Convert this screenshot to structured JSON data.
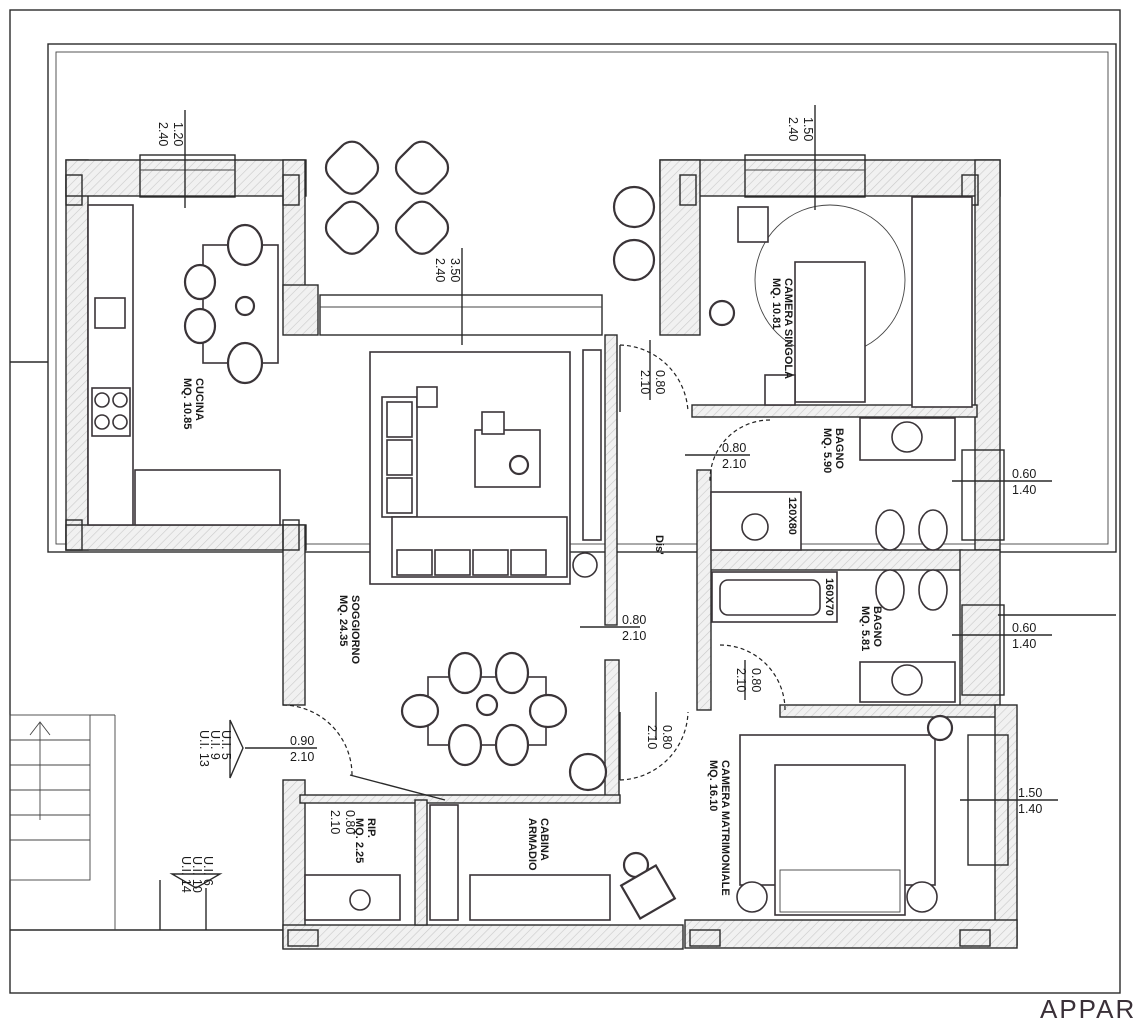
{
  "rooms": {
    "cucina": {
      "name": "CUCINA",
      "area": "MQ. 10.85"
    },
    "soggiorno": {
      "name": "SOGGIORNO",
      "area": "MQ. 24.35"
    },
    "camera_singola": {
      "name": "CAMERA SINGOLA",
      "area": "MQ. 10.81"
    },
    "bagno1": {
      "name": "BAGNO",
      "area": "MQ. 5.90"
    },
    "bagno2": {
      "name": "BAGNO",
      "area": "MQ. 5.81"
    },
    "camera_matrimoniale": {
      "name": "CAMERA MATRIMONIALE",
      "area": "MQ. 16.10"
    },
    "disimpegno": {
      "name": "Dis'"
    },
    "ripostiglio": {
      "name": "RIP.",
      "area": "MQ. 2.25"
    },
    "cabina_armadio": {
      "name1": "CABINA",
      "name2": "ARMADIO"
    }
  },
  "dimensions": {
    "win_cucina": {
      "w": "1.20",
      "h": "2.40"
    },
    "win_soggiorno": {
      "w": "3.50",
      "h": "2.40"
    },
    "win_singola": {
      "w": "1.50",
      "h": "2.40"
    },
    "door_singola": {
      "w": "0.80",
      "h": "2.10"
    },
    "door_bagno1": {
      "w": "0.80",
      "h": "2.10"
    },
    "door_dis": {
      "w": "0.80",
      "h": "2.10"
    },
    "win_bagno1": {
      "w": "0.60",
      "h": "1.40"
    },
    "win_bagno2": {
      "w": "0.60",
      "h": "1.40"
    },
    "door_bagno2": {
      "w": "0.80",
      "h": "2.10"
    },
    "door_matrimoniale": {
      "w": "0.80",
      "h": "2.10"
    },
    "win_matrimoniale": {
      "w": "1.50",
      "h": "1.40"
    },
    "door_ingresso": {
      "w": "0.90",
      "h": "2.10"
    },
    "door_rip": {
      "w": "0.80",
      "h": "2.10"
    }
  },
  "fixtures": {
    "shower": "120X80",
    "bathtub": "160X70"
  },
  "units_upper": [
    "U.I. 5",
    "U.I. 9",
    "U.I. 13"
  ],
  "units_lower": [
    "U.I. 6",
    "U.I. 10",
    "U.I. 14"
  ],
  "corner_title": "APPAR"
}
